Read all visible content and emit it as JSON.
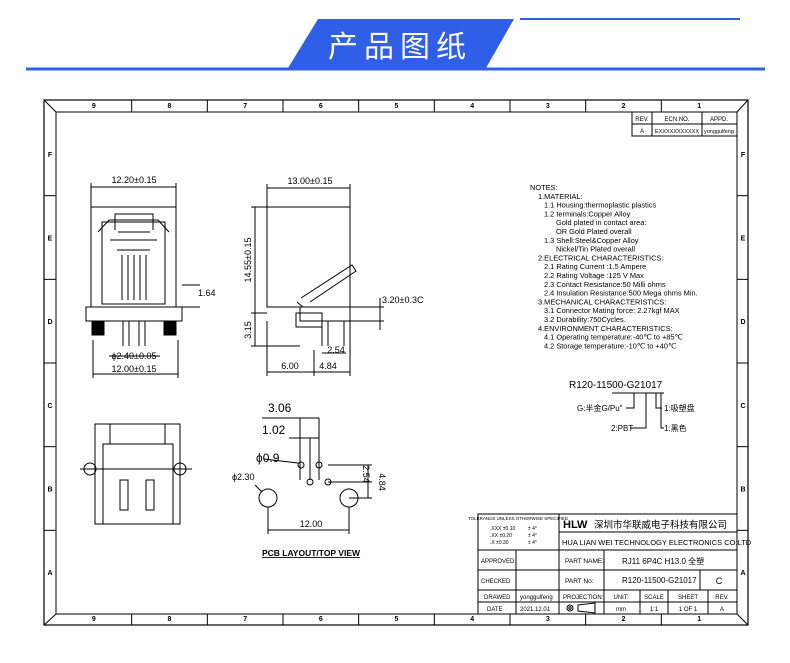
{
  "banner": {
    "title": "产品图纸",
    "color": "#2f5fe8"
  },
  "border": {
    "cols": [
      "9",
      "8",
      "7",
      "6",
      "5",
      "4",
      "3",
      "2",
      "1"
    ],
    "rows": [
      "F",
      "E",
      "D",
      "C",
      "B",
      "A"
    ]
  },
  "revision": {
    "headers": [
      "REV.",
      "ECN.NO.",
      "APPD."
    ],
    "row": [
      "A",
      "EXXXXXXXXXXX",
      "yonggulfeng"
    ]
  },
  "dims": {
    "front_width": "12.20±0.15",
    "front_side": "1.64",
    "front_pitch": "ϕ2.40±0.05",
    "front_base": "12.00±0.15",
    "side_width": "13.00±0.15",
    "side_height": "14.55±0.15",
    "side_right": "3.20±0.3C",
    "side_base": "3.15",
    "side_pin": "2.54",
    "side_a": "6.00",
    "side_b": "4.84",
    "pcb_a": "3.06",
    "pcb_b": "1.02",
    "pcb_hole": "ϕ0.9",
    "pcb_peg": "ϕ2.30",
    "pcb_v1": "2.54",
    "pcb_v2": "4.84",
    "pcb_w": "12.00"
  },
  "pcb_caption": "PCB LAYOUT/TOP VIEW",
  "notes": [
    "NOTES:",
    "1.MATERIAL:",
    "1.1 Housing:thermoplastic plastics",
    "1.2 terminals:Copper Alloy",
    "Gold plated in contact area:",
    "OR Gold  Plated overall",
    "1.3 Shell:Steel&Copper Alloy",
    "Nickel/Tin Plated overall",
    "2.ELECTRICAL CHARACTERISTICS:",
    "2.1 Rating Current :1.5 Ampere",
    "2.2 Rating Voltage :125 V Max",
    "2.3 Contact Resistance:50 Milli ohms",
    "2.4 Insulation Resistance:500 Mega ohms Min.",
    "3.MECHANICAL CHARACTERISTICS:",
    "3.1 Connector Mating force: 2.27kgf MAX",
    "3.2 Durability:750Cycles.",
    "4.ENVIRONMENT CHARACTERISTICS:",
    "4.1 Operating temperature:-40℃ to +85℃",
    "4.2 Storage temperature:-10℃ to +40℃"
  ],
  "part_code": {
    "code": "R120-11500-G21017",
    "g_label": "G:半金G/Pu\"",
    "one_label": "1:吸塑盘",
    "pbt_label": "2:PBT",
    "black_label": "1:黑色"
  },
  "title_block": {
    "tol_title": "TOLERANCE UNLESS OTHERWISE SPECIFIED",
    "tol_left": [
      ".XXX ±0.10",
      ".XX ±0.20",
      ".X ±0.30"
    ],
    "tol_right": [
      "± 4°",
      "± 4°",
      "± 4°"
    ],
    "logo": "HLW",
    "company_cn": "深圳市华联威电子科技有限公司",
    "company_en": "HUA LIAN WEI TECHNOLOGY ELECTRONICS CO;LTD",
    "approved_label": "APPROVED",
    "checked_label": "CHECKED",
    "drawed_label": "DRAWED",
    "drawed_value": "yonggulfeng",
    "date_label": "DATE",
    "date_value": "2021.12.01",
    "part_name_label": "PART NAME:",
    "part_name_value": "RJ11 6P4C H13.0 全塑",
    "part_no_label": "PART No:",
    "part_no_value": "R120-11500-G21017",
    "part_no_rev": "C",
    "projection_label": "PROJECTION:",
    "unit_label": "UNIT:",
    "unit_value": "mm",
    "scale_label": "SCALE",
    "scale_value": "1:1",
    "sheet_label": "SHEET",
    "sheet_value": "1 OF 1",
    "rev_label": "REV.",
    "rev_value": "A"
  }
}
